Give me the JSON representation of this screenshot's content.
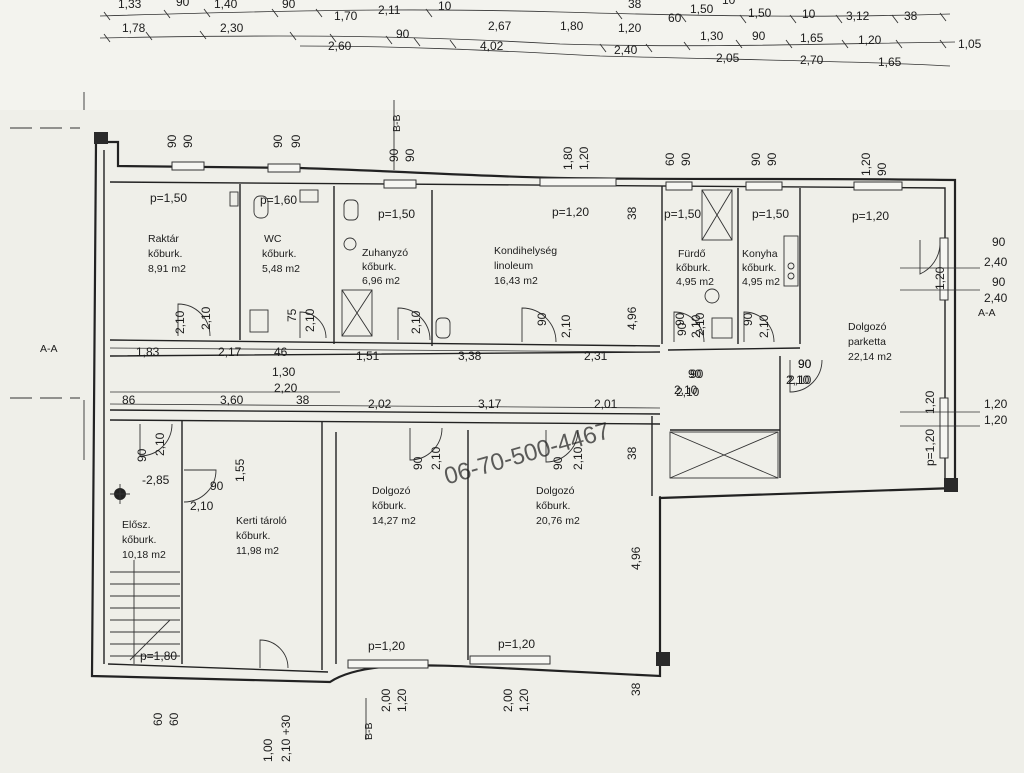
{
  "sections": {
    "aa": "A-A",
    "bb": "B-B"
  },
  "phone": "06-70-500-4467",
  "rooms": [
    {
      "id": "raktar",
      "lines": [
        "Raktár",
        "kőburk.",
        "8,91 m2"
      ]
    },
    {
      "id": "wc",
      "lines": [
        "WC",
        "kőburk.",
        "5,48 m2"
      ]
    },
    {
      "id": "zuhanyzo",
      "lines": [
        "Zuhanyzó",
        "kőburk.",
        "6,96 m2"
      ]
    },
    {
      "id": "kondi",
      "lines": [
        "Kondihelység",
        "linoleum",
        "16,43 m2"
      ]
    },
    {
      "id": "furdo",
      "lines": [
        "Fürdő",
        "kőburk.",
        "4,95 m2"
      ]
    },
    {
      "id": "konyha",
      "lines": [
        "Konyha",
        "kőburk.",
        "4,95 m2"
      ]
    },
    {
      "id": "dolgozo-parketta",
      "lines": [
        "Dolgozó",
        "parketta",
        "22,14 m2"
      ]
    },
    {
      "id": "eloszoba",
      "lines": [
        "Elősz.",
        "kőburk.",
        "10,18 m2"
      ]
    },
    {
      "id": "kerti-tarolo",
      "lines": [
        "Kerti tároló",
        "kőburk.",
        "11,98 m2"
      ]
    },
    {
      "id": "dolgozo-1",
      "lines": [
        "Dolgozó",
        "kőburk.",
        "14,27 m2"
      ]
    },
    {
      "id": "dolgozo-2",
      "lines": [
        "Dolgozó",
        "kőburk.",
        "20,76 m2"
      ]
    }
  ],
  "parapets": [
    "p=1,50",
    "p=1,60",
    "p=1,50",
    "p=1,20",
    "p=1,50",
    "p=1,50",
    "p=1,20",
    "p=1,20",
    "p=1,20",
    "p=1,80",
    "p=1,20"
  ],
  "top_dims": {
    "row1": [
      "1,33",
      "90",
      "1,40",
      "90",
      "1,70",
      "2,11",
      "10",
      "38",
      "1,50",
      "10",
      "1,50",
      "10",
      "3,12",
      "38"
    ],
    "row2": [
      "1,78",
      "2,30",
      "2,60",
      "90",
      "2,67",
      "4,02",
      "1,80",
      "2,40",
      "1,20",
      "60",
      "1,30",
      "90",
      "1,65",
      "1,20",
      "1,05",
      "2,05",
      "2,70",
      "1,65"
    ]
  },
  "vertical_texts": {
    "top": [
      "90",
      "90",
      "90",
      "90",
      "90",
      "90",
      "1,80",
      "1,20",
      "60",
      "90",
      "90",
      "90",
      "1,20",
      "90"
    ],
    "bottom": [
      "60",
      "60",
      "1,00",
      "2,10 +30",
      "2,00",
      "1,20",
      "2,00",
      "1,20"
    ],
    "doors": [
      "2,10",
      "75",
      "2,10",
      "2,10",
      "90",
      "2,10",
      "90",
      "2,10",
      "90",
      "2,10",
      "90",
      "2,10",
      "90",
      "1,20",
      "2,10",
      "1,55",
      "90",
      "2,10",
      "90",
      "2,10",
      "90",
      "2,10",
      "2,10"
    ],
    "walls": [
      "38",
      "4,96",
      "38",
      "4,96",
      "38",
      "1,20"
    ]
  },
  "inner_dims": {
    "corridor_top": [
      "1,83",
      "2,17",
      "46",
      "1,51",
      "3,38",
      "2,31"
    ],
    "corridor_mid": [
      "1,30",
      "2,20"
    ],
    "corridor_bottom": [
      "86",
      "3,60",
      "38",
      "2,02",
      "3,17",
      "2,01"
    ],
    "misc": [
      "-2,85",
      "90",
      "2,10",
      "90",
      "2,10",
      "90",
      "2,10",
      "90",
      "2,10"
    ]
  },
  "right_dims": [
    "90",
    "2,40",
    "90",
    "2,40",
    "1,20",
    "1,20"
  ]
}
